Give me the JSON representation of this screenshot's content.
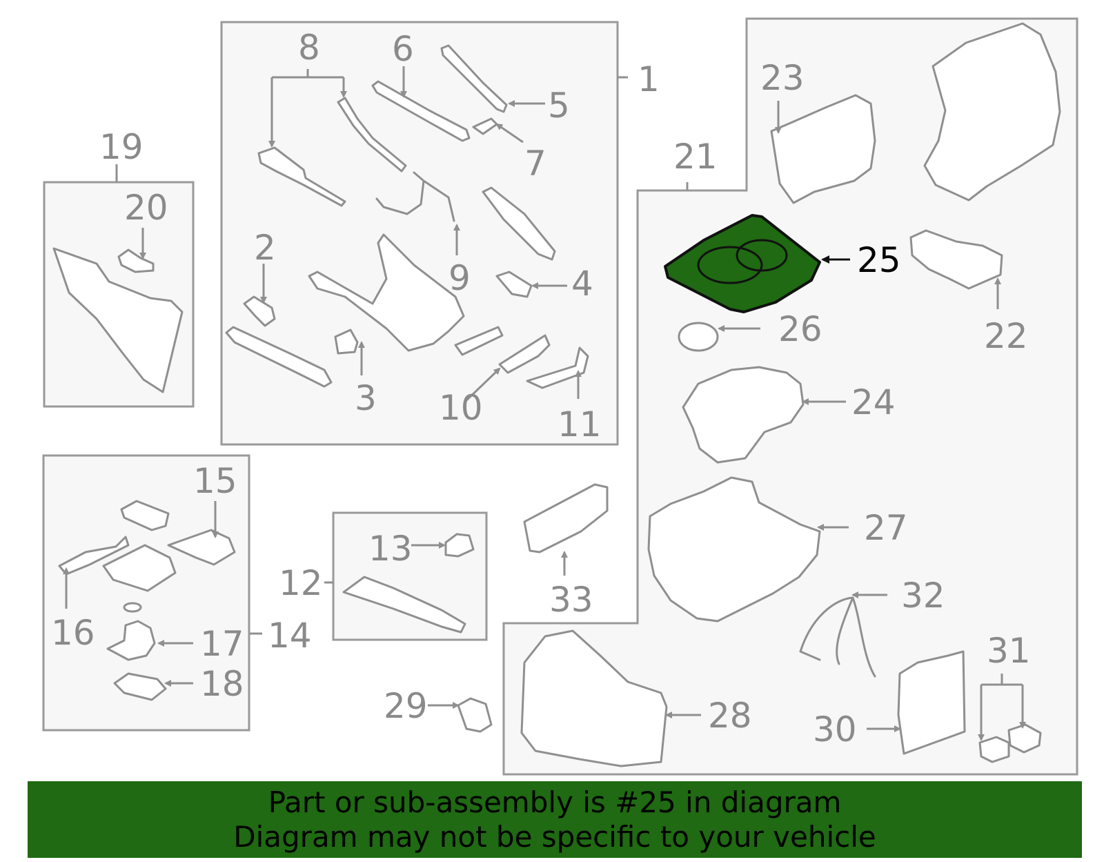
{
  "diagram": {
    "callouts": {
      "c1": "1",
      "c2": "2",
      "c3": "3",
      "c4": "4",
      "c5": "5",
      "c6": "6",
      "c7": "7",
      "c8": "8",
      "c9": "9",
      "c10": "10",
      "c11": "11",
      "c12": "12",
      "c13": "13",
      "c14": "14",
      "c15": "15",
      "c16": "16",
      "c17": "17",
      "c18": "18",
      "c19": "19",
      "c20": "20",
      "c21": "21",
      "c22": "22",
      "c23": "23",
      "c24": "24",
      "c25": "25",
      "c26": "26",
      "c27": "27",
      "c28": "28",
      "c29": "29",
      "c30": "30",
      "c31": "31",
      "c32": "32",
      "c33": "33"
    },
    "highlighted_part": "25",
    "highlight_color": "#1f6a12",
    "line_color": "#8f8f8f"
  },
  "banner": {
    "line1": "Part or sub-assembly is #25 in diagram",
    "line2": "Diagram may not be specific to your vehicle",
    "background": "#1f6a12"
  }
}
